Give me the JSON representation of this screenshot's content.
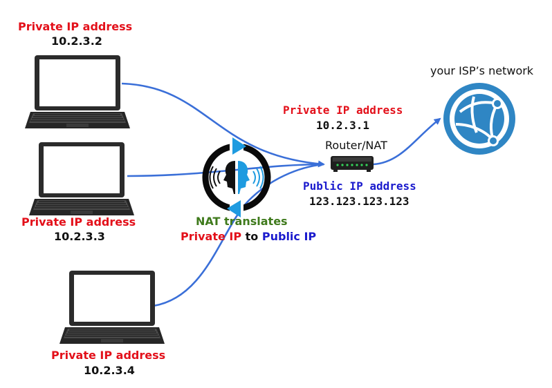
{
  "laptops": [
    {
      "caption": "Private IP address",
      "ip": "10.2.3.2"
    },
    {
      "caption": "Private IP address",
      "ip": "10.2.3.3"
    },
    {
      "caption": "Private IP address",
      "ip": "10.2.3.4"
    }
  ],
  "router": {
    "private_caption": "Private IP address",
    "private_ip": "10.2.3.1",
    "label": "Router/NAT",
    "public_caption": "Public IP address",
    "public_ip": "123.123.123.123"
  },
  "nat": {
    "title": "NAT translates",
    "from": "Private IP",
    "connector": "to",
    "to": "Public IP"
  },
  "isp": {
    "label": "your ISP’s network"
  },
  "colors": {
    "line": "#3a6fd8",
    "private": "#e3101a",
    "public": "#1a1acd",
    "nat_title": "#3f7a1c",
    "globe": "#2f86c4"
  },
  "icons": [
    "laptop-icon",
    "router-icon",
    "nat-translate-icon",
    "globe-network-icon"
  ]
}
